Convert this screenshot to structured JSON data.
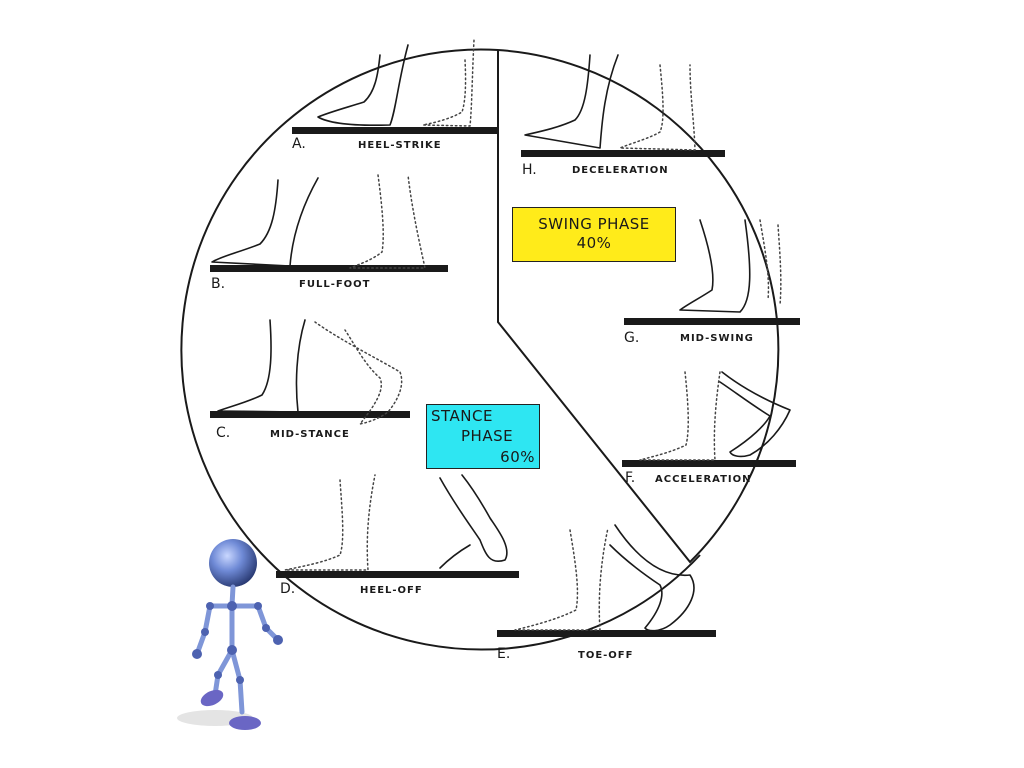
{
  "phases": {
    "A": {
      "letter": "A.",
      "name": "HEEL-STRIKE"
    },
    "B": {
      "letter": "B.",
      "name": "FULL-FOOT"
    },
    "C": {
      "letter": "C.",
      "name": "MID-STANCE"
    },
    "D": {
      "letter": "D.",
      "name": "HEEL-OFF"
    },
    "E": {
      "letter": "E.",
      "name": "TOE-OFF"
    },
    "F": {
      "letter": "F.",
      "name": "ACCELERATION"
    },
    "G": {
      "letter": "G.",
      "name": "MID-SWING"
    },
    "H": {
      "letter": "H.",
      "name": "DECELERATION"
    }
  },
  "swing_phase": {
    "line1": "SWING PHASE",
    "line2": "40%",
    "color": "#ffeb1a"
  },
  "stance_phase": {
    "line1": "STANCE",
    "line2": "PHASE",
    "line3": "60%",
    "color": "#2ee6f2"
  },
  "colors": {
    "ink": "#1a1a1a",
    "robot": "#5a74c4"
  }
}
